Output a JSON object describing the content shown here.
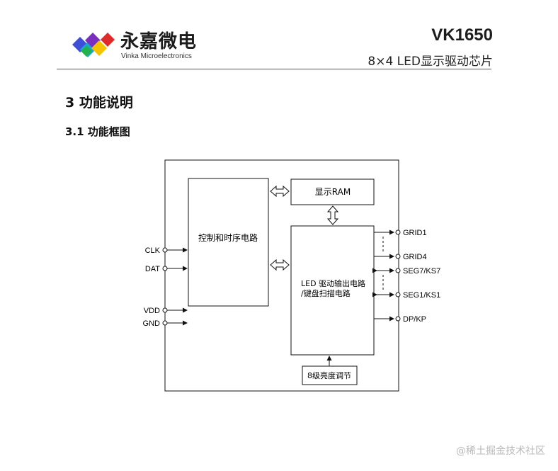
{
  "header": {
    "brand_cn": "永嘉微电",
    "brand_en": "Vinka Microelectronics",
    "model": "VK1650",
    "subtitle": "8×4  LED显示驱动芯片"
  },
  "section": {
    "h1": "3   功能说明",
    "h2": "3.1  功能框图"
  },
  "diagram": {
    "blocks": {
      "control": "控制和时序电路",
      "ram": "显示RAM",
      "led_line1": "LED 驱动输出电路",
      "led_line2": "/键盘扫描电路",
      "brightness": "8级亮度调节"
    },
    "pins_left": [
      "CLK",
      "DAT",
      "VDD",
      "GND"
    ],
    "pins_right": [
      "GRID1",
      "GRID4",
      "SEG7/KS7",
      "SEG1/KS1",
      "DP/KP"
    ]
  },
  "watermark": "@稀土掘金技术社区",
  "colors": {
    "logo_blue": "#3d4fd6",
    "logo_green": "#22b24c",
    "logo_purple": "#7b2fc0",
    "logo_red": "#e02a2a",
    "logo_yellow": "#f5c400",
    "logo_cyan": "#1aa6d8"
  }
}
